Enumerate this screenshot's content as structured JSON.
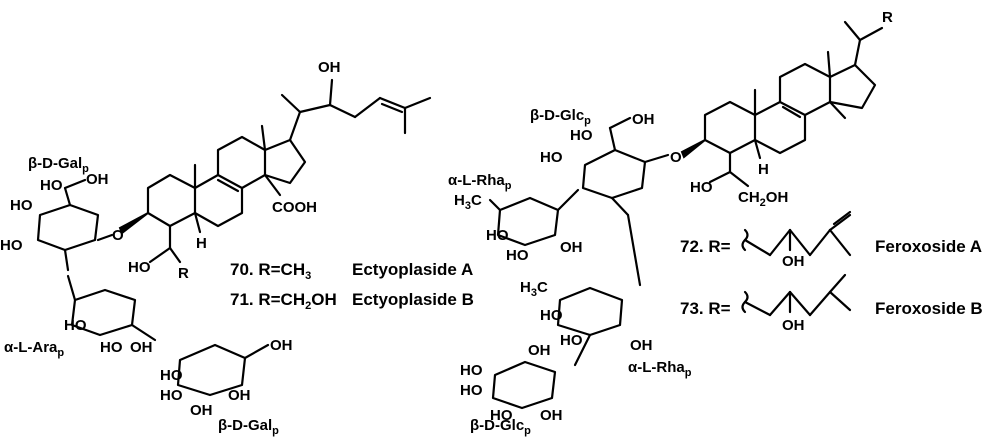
{
  "left": {
    "sugars": [
      {
        "greek": "β",
        "rest": "-D-Gal",
        "sub": "p"
      },
      {
        "greek": "α",
        "rest": "-L-Ara",
        "sub": "p"
      },
      {
        "greek": "β",
        "rest": "-D-Gal",
        "sub": "p"
      }
    ],
    "compounds": [
      {
        "id": "70. R=CH",
        "sub": "3",
        "name": "Ectyoplaside A"
      },
      {
        "id": "71. R=CH",
        "sub": "2",
        "tail": "OH",
        "name": "Ectyoplaside B"
      }
    ],
    "atoms": {
      "oh": "OH",
      "h": "H",
      "ho": "HO",
      "r": "R",
      "cooh": "COOH",
      "o": "O"
    }
  },
  "right": {
    "sugars": [
      {
        "greek": "β",
        "rest": "-D-Glc",
        "sub": "p"
      },
      {
        "greek": "α",
        "rest": "-L-Rha",
        "sub": "p"
      },
      {
        "greek": "α",
        "rest": "-L-Rha",
        "sub": "p"
      },
      {
        "greek": "β",
        "rest": "-D-Glc",
        "sub": "p"
      }
    ],
    "compounds": [
      {
        "id": "72. R=",
        "name": "Feroxoside A"
      },
      {
        "id": "73. R=",
        "name": "Feroxoside B"
      }
    ],
    "atoms": {
      "ch2oh": "CH",
      "ch2oh_sub": "2",
      "ch2oh_tail": "OH",
      "h3c": "H",
      "h3c_sub": "3",
      "h3c_tail": "C",
      "r": "R"
    }
  }
}
